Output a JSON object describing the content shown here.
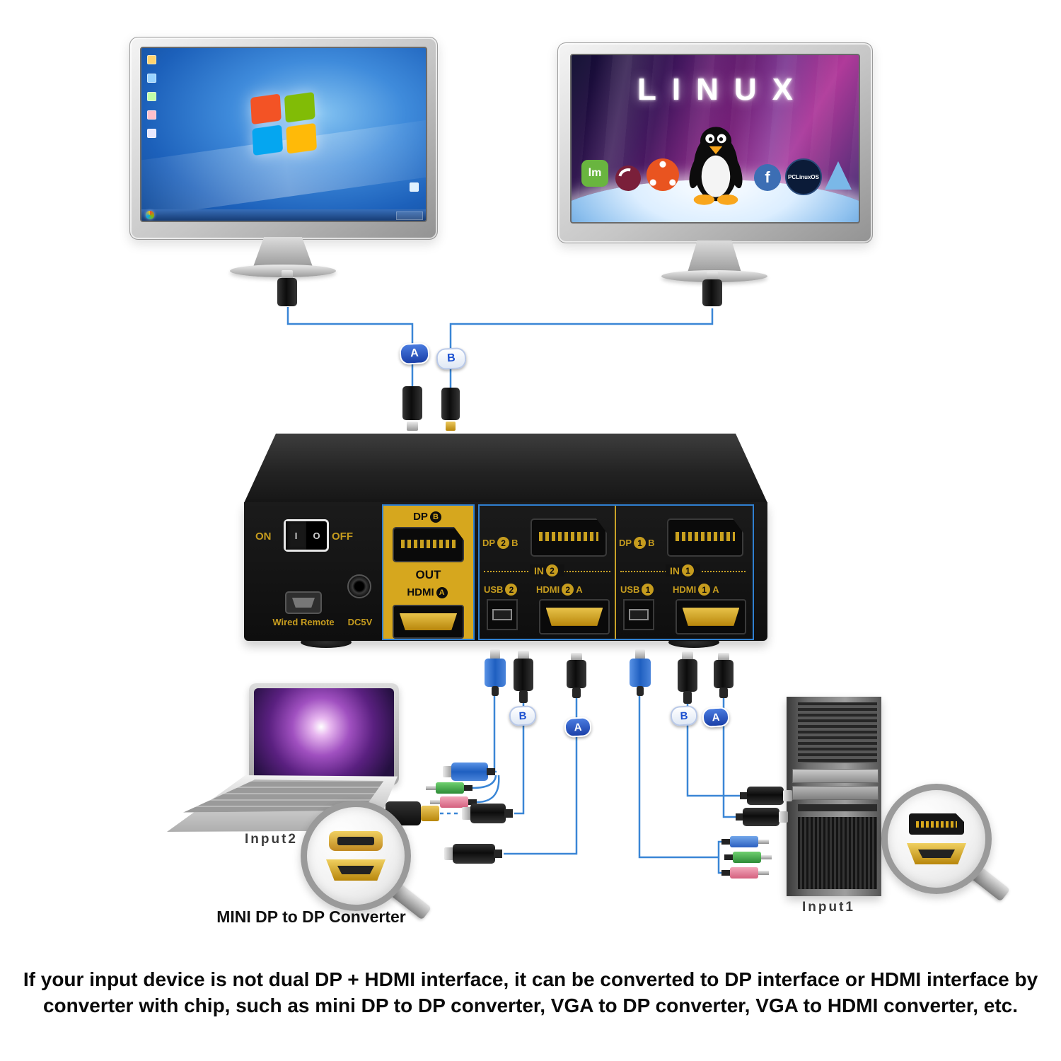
{
  "badges": {
    "a": "A",
    "b": "B"
  },
  "linux_monitor": {
    "title": "LINUX",
    "mint": "lm",
    "fedora": "f",
    "pclinuxos": "PCLinuxOS"
  },
  "kvm": {
    "on": "ON",
    "off": "OFF",
    "rocker_i": "I",
    "rocker_o": "O",
    "wired_remote": "Wired Remote",
    "dc5v": "DC5V",
    "out": {
      "dp": "DP",
      "dp_letter": "B",
      "label": "OUT",
      "hdmi": "HDMI",
      "hdmi_letter": "A"
    },
    "in2": {
      "dp": "DP",
      "dp_num": "2",
      "dp_letter": "B",
      "group": "IN",
      "group_num": "2",
      "usb": "USB",
      "usb_num": "2",
      "hdmi": "HDMI",
      "hdmi_num": "2",
      "hdmi_letter": "A"
    },
    "in1": {
      "dp": "DP",
      "dp_num": "1",
      "dp_letter": "B",
      "group": "IN",
      "group_num": "1",
      "usb": "USB",
      "usb_num": "1",
      "hdmi": "HDMI",
      "hdmi_num": "1",
      "hdmi_letter": "A"
    }
  },
  "labels": {
    "input2": "Input2",
    "input1": "Input1",
    "converter": "MINI DP to DP Converter"
  },
  "footer": {
    "line1": "If your input device is not dual DP + HDMI interface, it can be converted to DP interface or HDMI interface by",
    "line2": "converter with chip, such as mini DP to DP converter, VGA to DP converter, VGA to HDMI converter, etc."
  }
}
